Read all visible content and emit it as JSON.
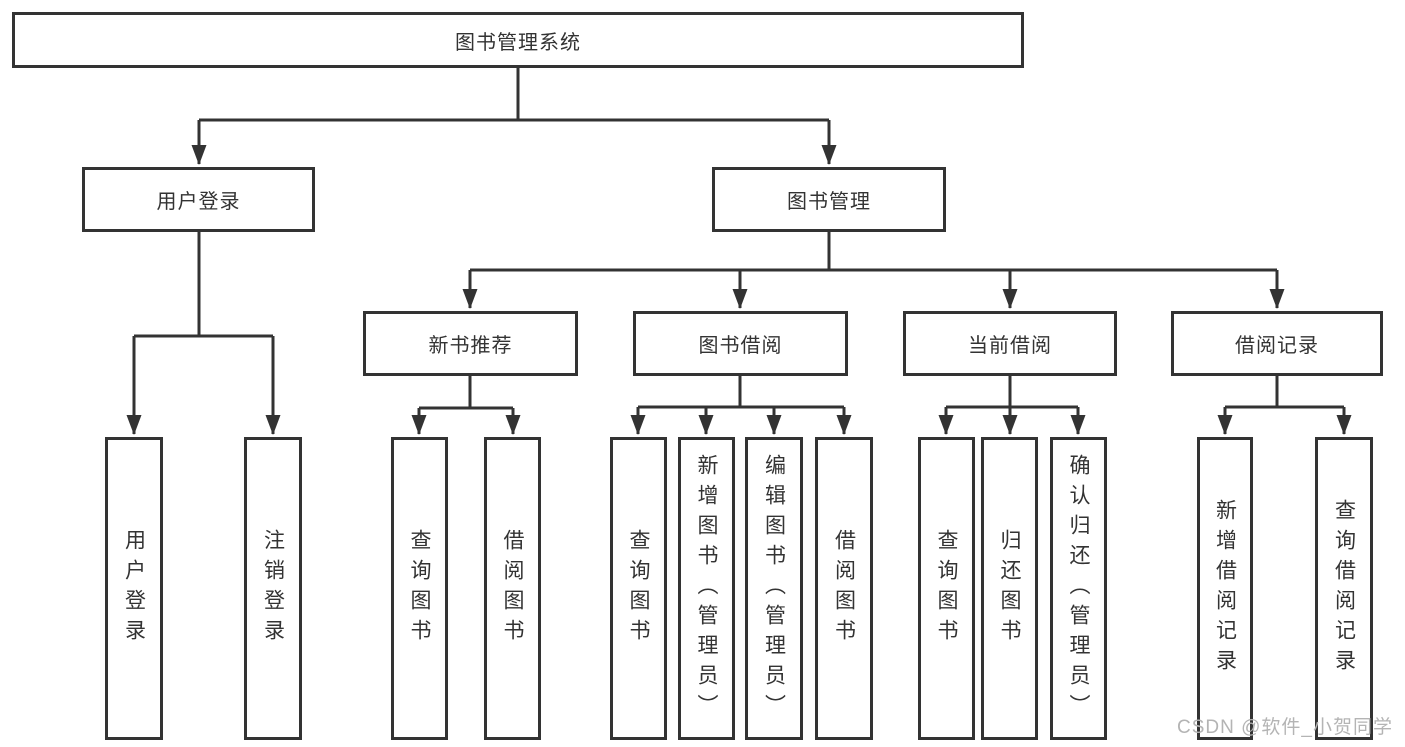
{
  "diagram_type": "hierarchy-tree",
  "colors": {
    "line": "#333333",
    "box_border": "#333333",
    "box_background": "#ffffff",
    "text": "#333333",
    "watermark": "#b4b4b4"
  },
  "tree": {
    "root": "图书管理系统",
    "branches": [
      {
        "label": "用户登录",
        "children": [
          "用户登录",
          "注销登录"
        ]
      },
      {
        "label": "图书管理",
        "groups": [
          {
            "label": "新书推荐",
            "children": [
              "查询图书",
              "借阅图书"
            ]
          },
          {
            "label": "图书借阅",
            "children": [
              "查询图书",
              "新增图书（管理员）",
              "编辑图书（管理员）",
              "借阅图书"
            ]
          },
          {
            "label": "当前借阅",
            "children": [
              "查询图书",
              "归还图书",
              "确认归还（管理员）"
            ]
          },
          {
            "label": "借阅记录",
            "children": [
              "新增借阅记录",
              "查询借阅记录"
            ]
          }
        ]
      }
    ]
  },
  "watermark": "CSDN @软件_小贺同学"
}
